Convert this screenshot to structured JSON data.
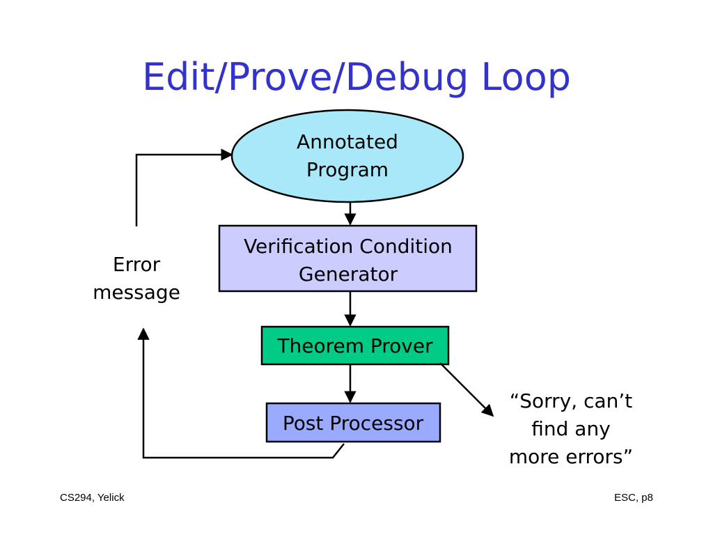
{
  "slide": {
    "title": "Edit/Prove/Debug Loop",
    "footer_left": "CS294, Yelick",
    "footer_right": "ESC, p8"
  },
  "diagram": {
    "nodes": {
      "annotated_program": {
        "lines": [
          "Annotated",
          "Program"
        ],
        "shape": "ellipse",
        "fill": "#a8e8f8"
      },
      "vc_generator": {
        "lines": [
          "Verification Condition",
          "Generator"
        ],
        "shape": "rect",
        "fill": "#ccccff"
      },
      "theorem_prover": {
        "lines": [
          "Theorem Prover"
        ],
        "shape": "rect",
        "fill": "#00cc88"
      },
      "post_processor": {
        "lines": [
          "Post Processor"
        ],
        "shape": "rect",
        "fill": "#99aaff"
      }
    },
    "labels": {
      "error_message": [
        "Error",
        "message"
      ],
      "sorry_message": [
        "“Sorry, can’t",
        "find any",
        "more errors”"
      ]
    },
    "colors": {
      "stroke": "#000000",
      "title": "#3333cc"
    }
  }
}
